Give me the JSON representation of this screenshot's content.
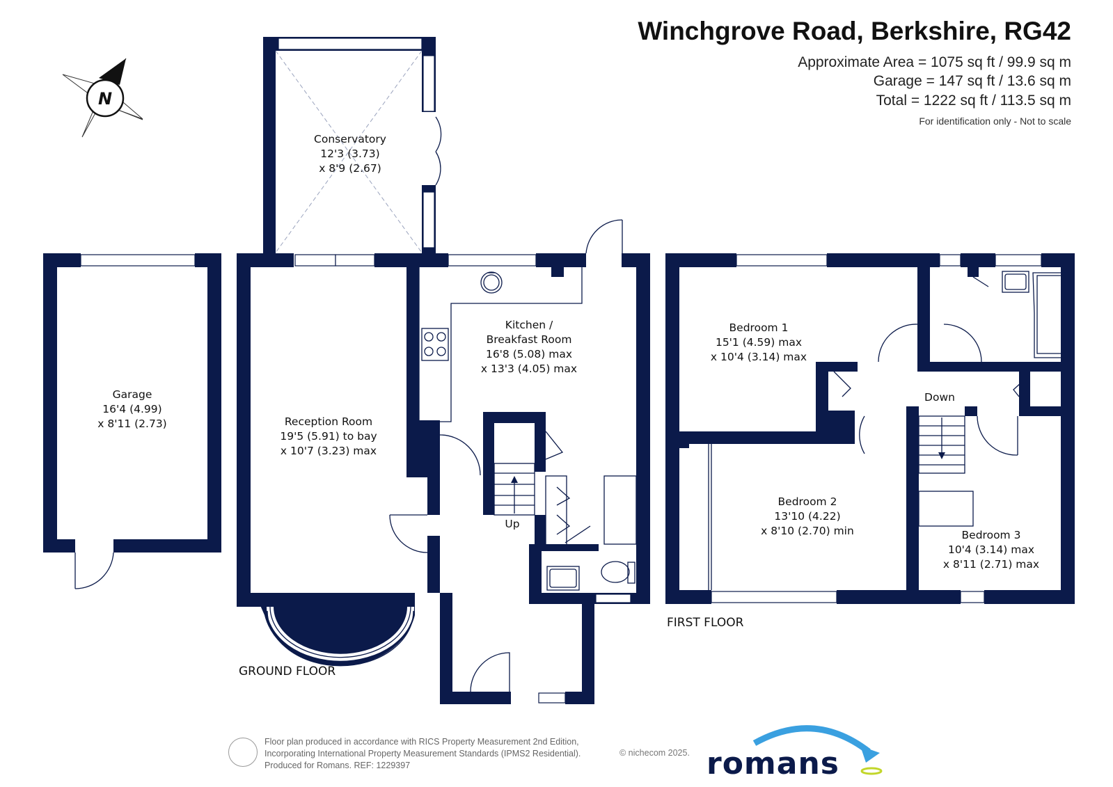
{
  "header": {
    "title": "Winchgrove Road, Berkshire, RG42",
    "area_approx": "Approximate Area = 1075 sq ft / 99.9 sq m",
    "area_garage": "Garage = 147 sq ft / 13.6 sq m",
    "area_total": "Total = 1222 sq ft / 113.5 sq m",
    "note": "For identification only - Not to scale"
  },
  "compass": {
    "letter": "N",
    "icon": "compass-north-icon"
  },
  "floors": {
    "ground": "GROUND FLOOR",
    "first": "FIRST FLOOR"
  },
  "rooms": {
    "garage": {
      "name": "Garage",
      "dim1": "16'4 (4.99)",
      "dim2": "x 8'11 (2.73)"
    },
    "conservatory": {
      "name": "Conservatory",
      "dim1": "12'3 (3.73)",
      "dim2": "x 8'9 (2.67)"
    },
    "reception": {
      "name": "Reception Room",
      "dim1": "19'5 (5.91) to bay",
      "dim2": "x 10'7 (3.23) max"
    },
    "kitchen": {
      "name1": "Kitchen /",
      "name2": "Breakfast Room",
      "dim1": "16'8 (5.08) max",
      "dim2": "x 13'3 (4.05) max"
    },
    "bedroom1": {
      "name": "Bedroom 1",
      "dim1": "15'1 (4.59) max",
      "dim2": "x 10'4 (3.14) max"
    },
    "bedroom2": {
      "name": "Bedroom 2",
      "dim1": "13'10 (4.22)",
      "dim2": "x 8'10 (2.70) min"
    },
    "bedroom3": {
      "name": "Bedroom 3",
      "dim1": "10'4 (3.14) max",
      "dim2": "x 8'11 (2.71) max"
    }
  },
  "stairs": {
    "up": "Up",
    "down": "Down"
  },
  "footer": {
    "line1": "Floor plan produced in accordance with RICS Property Measurement 2nd Edition,",
    "line2": "Incorporating International Property Measurement Standards (IPMS2 Residential).",
    "line3": "Produced for Romans.   REF: 1229397",
    "copyright": "© nichecom 2025.",
    "brand": "romans",
    "brand_color": "#0b1a4a",
    "accent_color": "#3aa0e0"
  }
}
